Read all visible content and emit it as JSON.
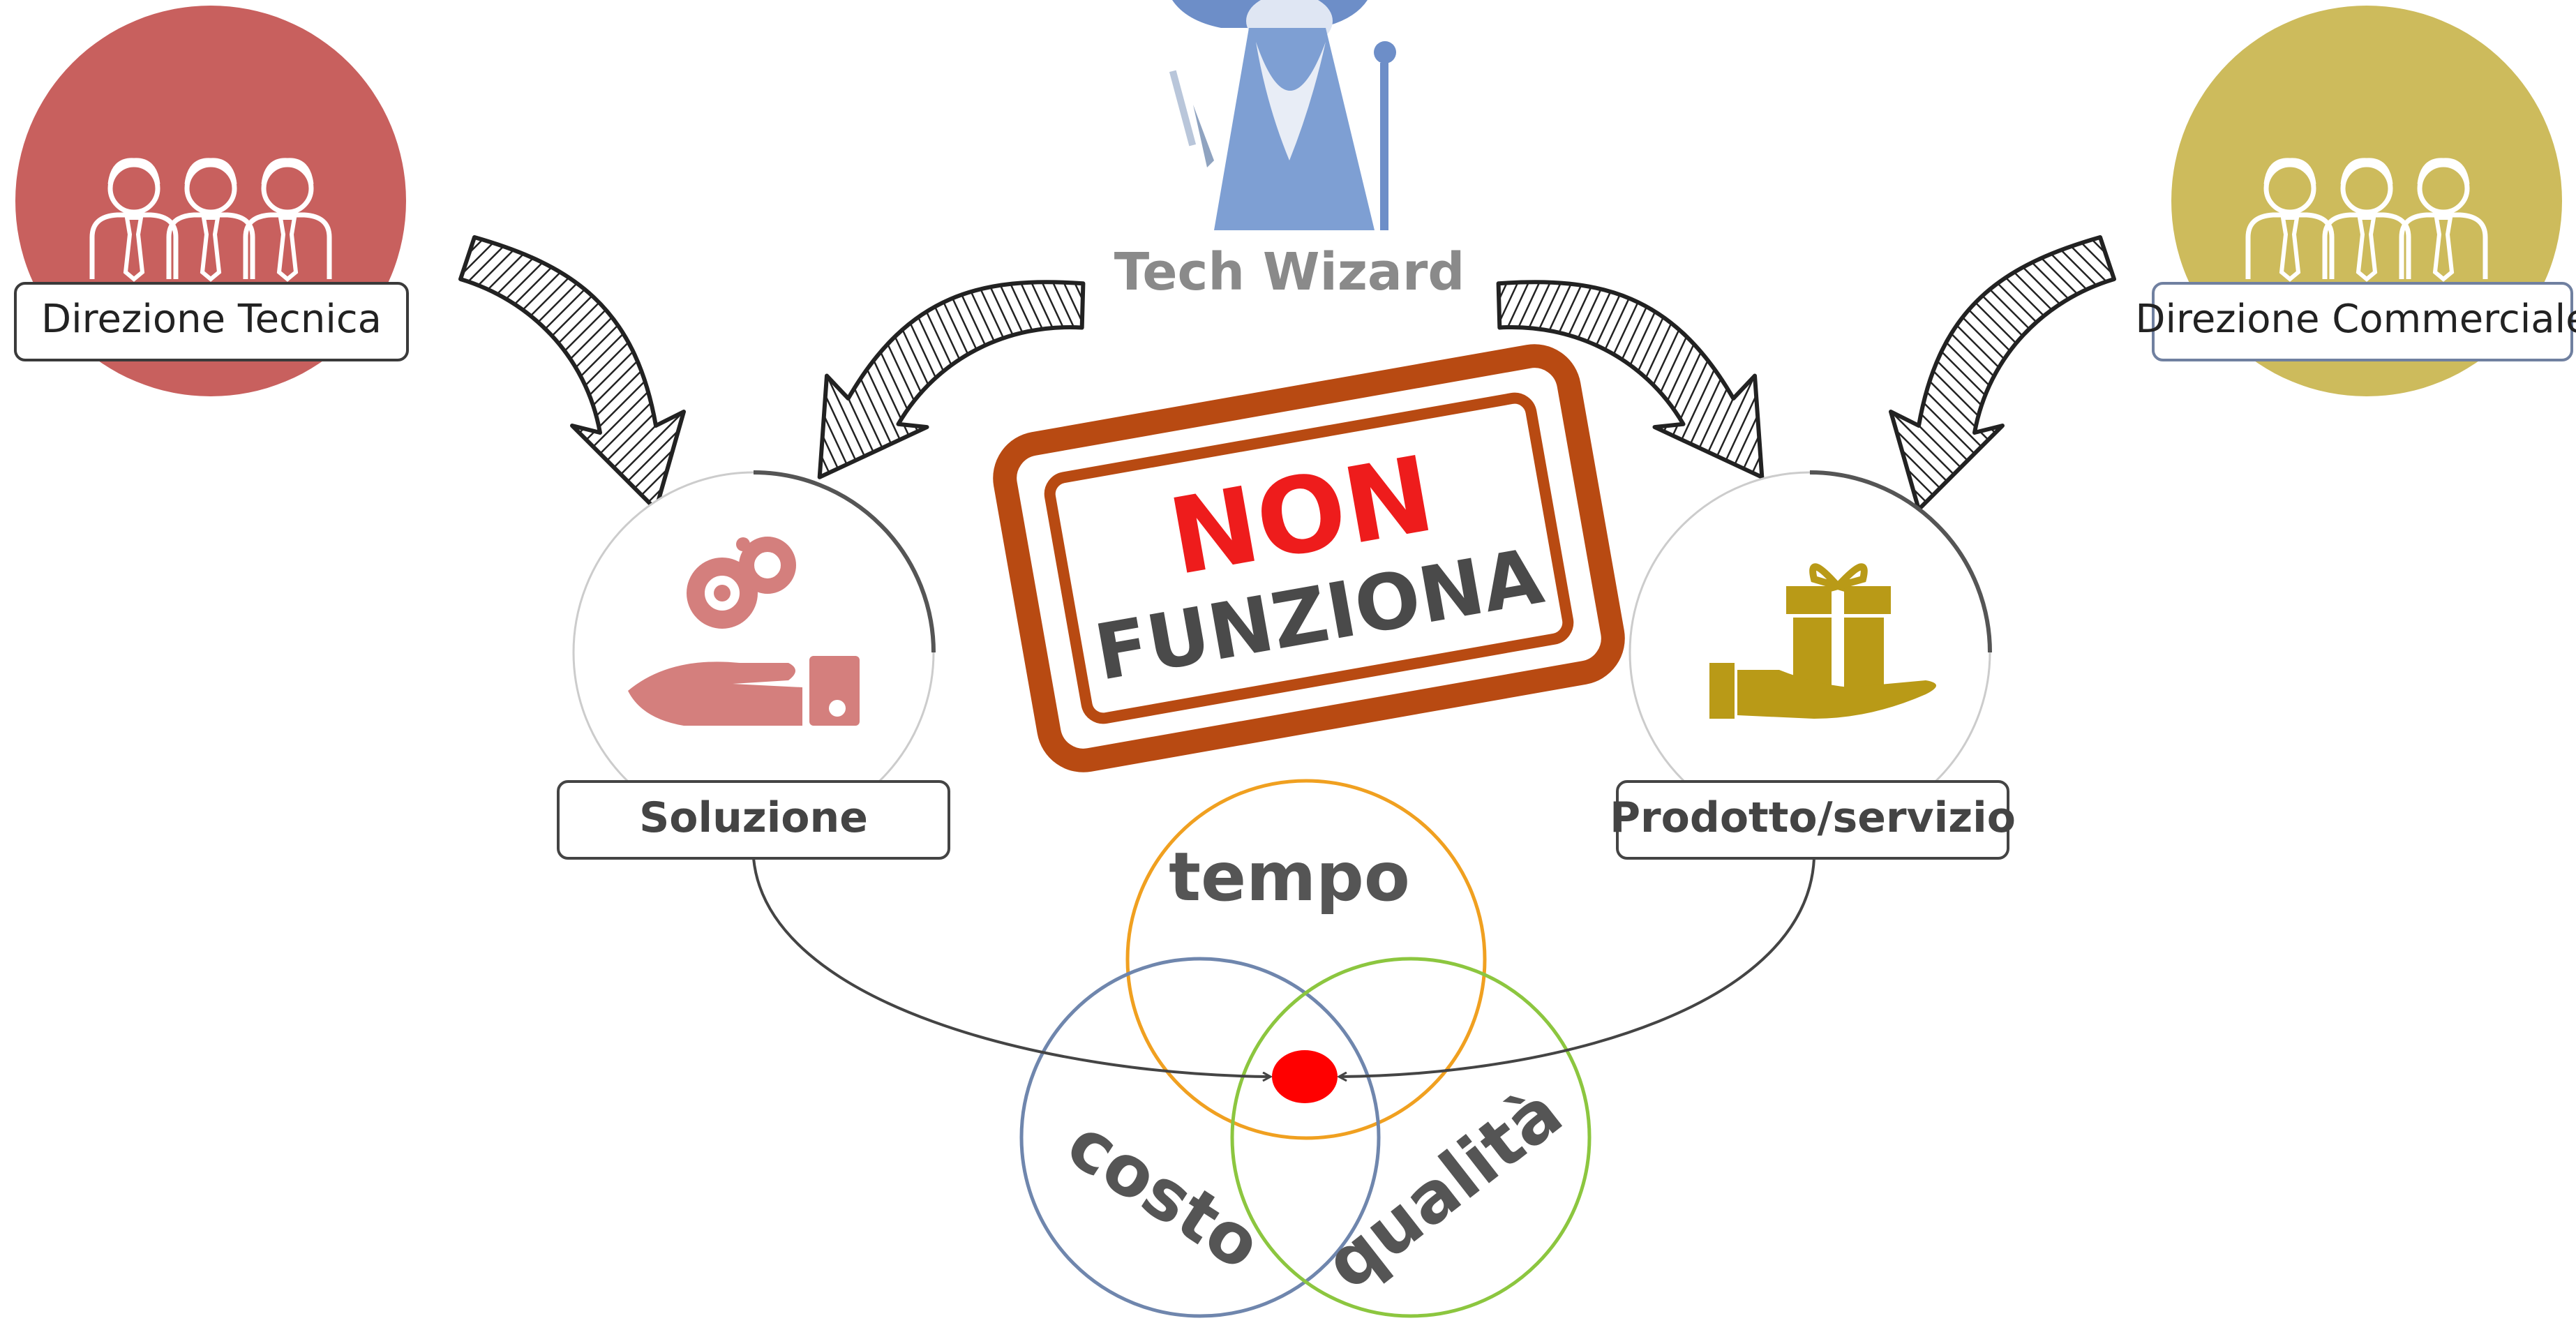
{
  "wizard": {
    "caption": "Tech Wizard"
  },
  "left_team": {
    "label": "Direzione Tecnica",
    "color": "#c8605e"
  },
  "right_team": {
    "label": "Direzione Commerciale",
    "color": "#cdbb5c"
  },
  "solution": {
    "label": "Soluzione",
    "icon": "gear-hand-icon",
    "color": "#d47f7d"
  },
  "product": {
    "label": "Prodotto/servizio",
    "icon": "gift-hand-icon",
    "color": "#b99a17"
  },
  "stamp": {
    "line1": "NON",
    "line2": "FUNZIONA",
    "color": "#b84a12",
    "line1_color": "#ee1c1c",
    "line2_color": "#4a4a4a"
  },
  "venn": {
    "top": {
      "label": "tempo",
      "color": "#f0a020"
    },
    "left": {
      "label": "costo",
      "color": "#6f86ad"
    },
    "right": {
      "label": "qualità",
      "color": "#8cc63f"
    },
    "center_color": "#ff0000"
  }
}
